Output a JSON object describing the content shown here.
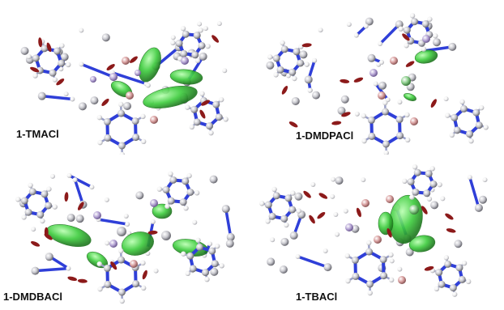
{
  "figure": {
    "panels": [
      {
        "label": "1-TMACl"
      },
      {
        "label": "1-DMDPACl"
      },
      {
        "label": "1-DMDBACl"
      },
      {
        "label": "1-TBACl"
      }
    ]
  },
  "colors": {
    "carbon_bond": "#2f3fd8",
    "nitrogen_atom": "#1e2fc4",
    "carbon_atom": "#c9c9cf",
    "hydrogen_atom": "#f2f2f2",
    "boron_atom": "#d9a0a0",
    "lilac_atom": "#b7a6d6",
    "chloride": "#8fd08f",
    "isosurface_green": "#3dcc3d",
    "isosurface_red": "#8c1a1a"
  }
}
